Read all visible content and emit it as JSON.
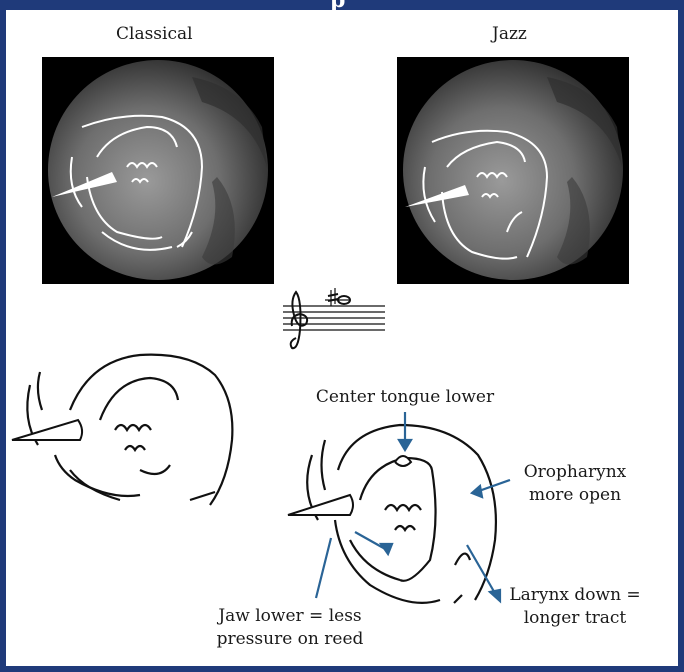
{
  "header": {
    "title_fragment": "p"
  },
  "panels": {
    "left_title": "Classical",
    "right_title": "Jazz"
  },
  "annotations": {
    "center_tongue": "Center tongue lower",
    "oropharynx_line1": "Oropharynx",
    "oropharynx_line2": "more open",
    "jaw_line1": "Jaw lower = less",
    "jaw_line2": "pressure on reed",
    "larynx_line1": "Larynx down =",
    "larynx_line2": "longer tract"
  },
  "colors": {
    "frame": "#1f3a7a",
    "arrow": "#2a6496"
  }
}
